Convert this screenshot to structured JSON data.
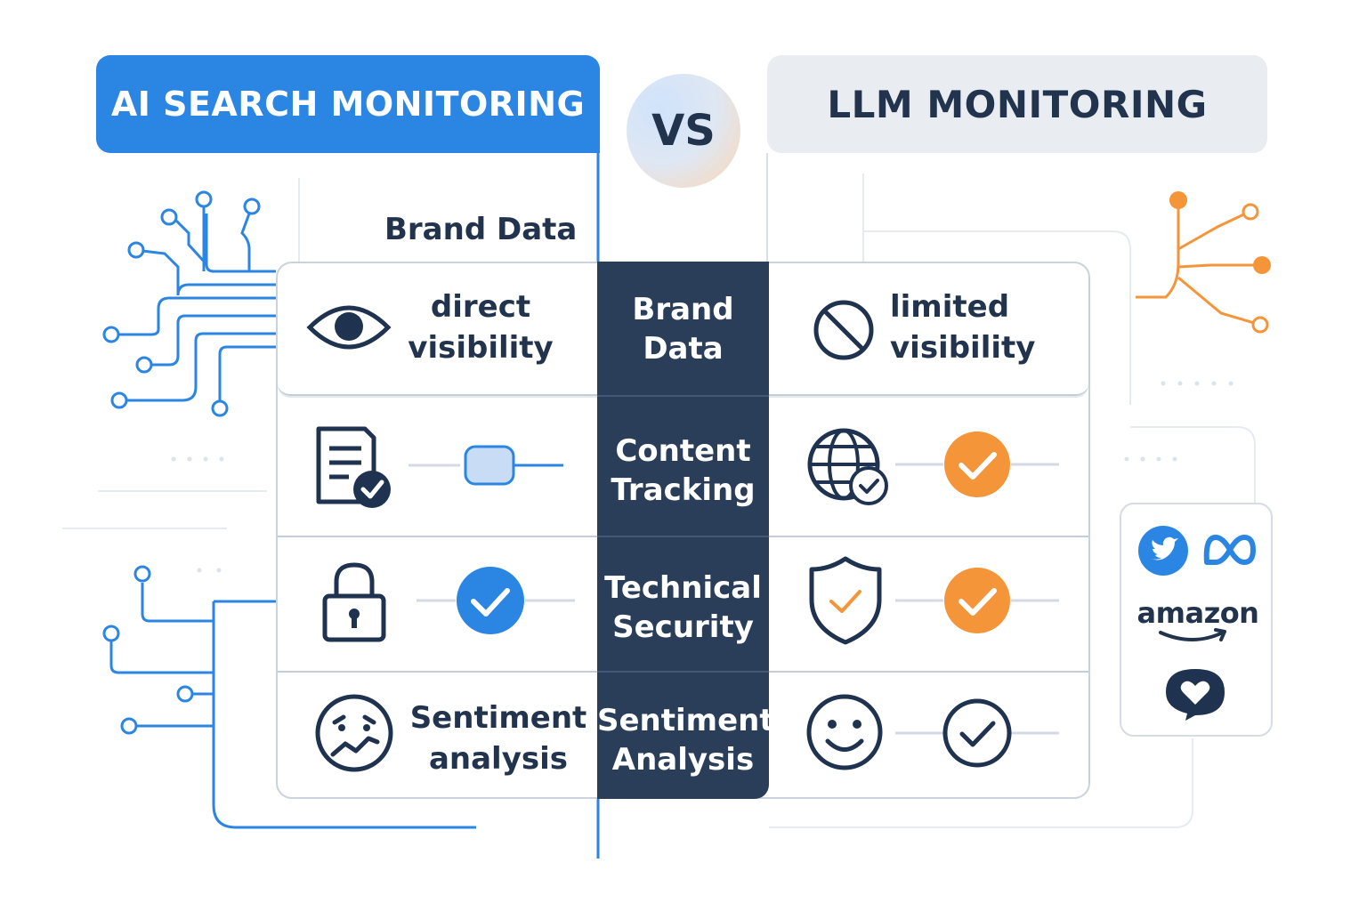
{
  "header": {
    "left_title": "AI SEARCH MONITORING",
    "vs_label": "VS",
    "right_title": "LLM MONITORING"
  },
  "brand_heading": "Brand Data",
  "rows": [
    {
      "center_line1": "Brand",
      "center_line2": "Data",
      "left_icon": "eye-icon",
      "left_line1": "direct",
      "left_line2": "visibility",
      "right_icon": "prohibited-icon",
      "right_line1": "limited",
      "right_line2": "visibility"
    },
    {
      "center_line1": "Content",
      "center_line2": "Tracking",
      "left_icon": "document-check-icon",
      "left_indicator": "toggle-switch-icon",
      "right_icon": "globe-check-icon",
      "right_indicator": "orange-checkmark-icon"
    },
    {
      "center_line1": "Technical",
      "center_line2": "Security",
      "left_icon": "padlock-icon",
      "left_indicator": "blue-checkmark-icon",
      "right_icon": "shield-check-icon",
      "right_indicator": "orange-checkmark-icon"
    },
    {
      "center_line1": "Sentiment",
      "center_line2": "Analysis",
      "left_icon": "confused-face-icon",
      "left_line1": "Sentiment",
      "left_line2": "analysis",
      "right_icon": "smiley-face-icon",
      "right_indicator": "outline-checkmark-icon"
    }
  ],
  "social_card": {
    "icons": [
      "twitter-icon",
      "meta-icon",
      "amazon-logo",
      "heart-chat-icon"
    ],
    "amazon_text": "amazon"
  },
  "colors": {
    "accent_blue": "#2b86e3",
    "accent_orange": "#f5953a",
    "navy": "#2a3e5a",
    "header_gray": "#e9edf2",
    "line_gray": "#c9d2dd"
  }
}
